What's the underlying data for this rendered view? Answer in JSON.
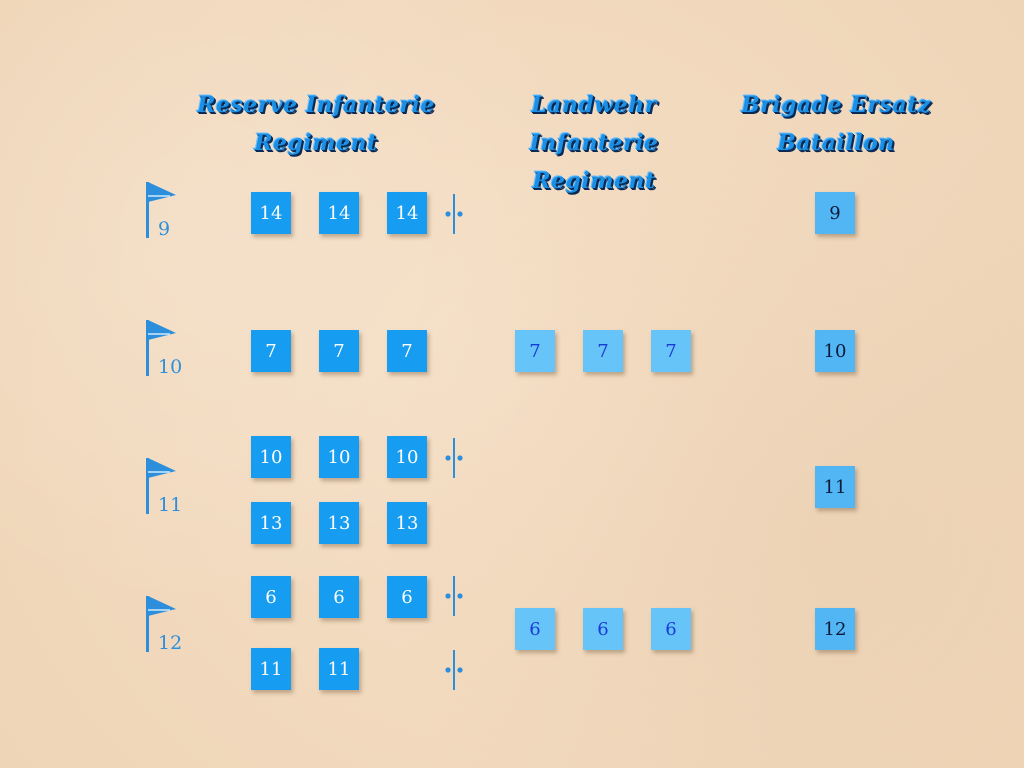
{
  "headers": {
    "reserve": {
      "line1": "Reserve Infanterie",
      "line2": "Regiment"
    },
    "landwehr": {
      "line1": "Landwehr Infanterie",
      "line2": "Regiment"
    },
    "ersatz": {
      "line1": "Brigade Ersatz",
      "line2": "Bataillon"
    }
  },
  "brigades": [
    {
      "flag": "9",
      "reserve_rows": [
        [
          "14",
          "14",
          "14"
        ]
      ],
      "landwehr": [],
      "ersatz": "9"
    },
    {
      "flag": "10",
      "reserve_rows": [
        [
          "7",
          "7",
          "7"
        ]
      ],
      "landwehr": [
        "7",
        "7",
        "7"
      ],
      "ersatz": "10"
    },
    {
      "flag": "11",
      "reserve_rows": [
        [
          "10",
          "10",
          "10"
        ],
        [
          "13",
          "13",
          "13"
        ]
      ],
      "landwehr": [],
      "ersatz": "11"
    },
    {
      "flag": "12",
      "reserve_rows": [
        [
          "6",
          "6",
          "6"
        ],
        [
          "11",
          "11"
        ]
      ],
      "landwehr": [
        "6",
        "6",
        "6"
      ],
      "ersatz": "12"
    }
  ],
  "colors": {
    "reserve": "#169cf1",
    "landwehr": "#66c4f9",
    "ersatz": "#52b6f5",
    "flag": "#2d8fdc",
    "background": "#f3dcc1"
  },
  "icons": {
    "flag": "pennant-flag-icon",
    "marker": "fleur-de-lis-marker-icon"
  }
}
